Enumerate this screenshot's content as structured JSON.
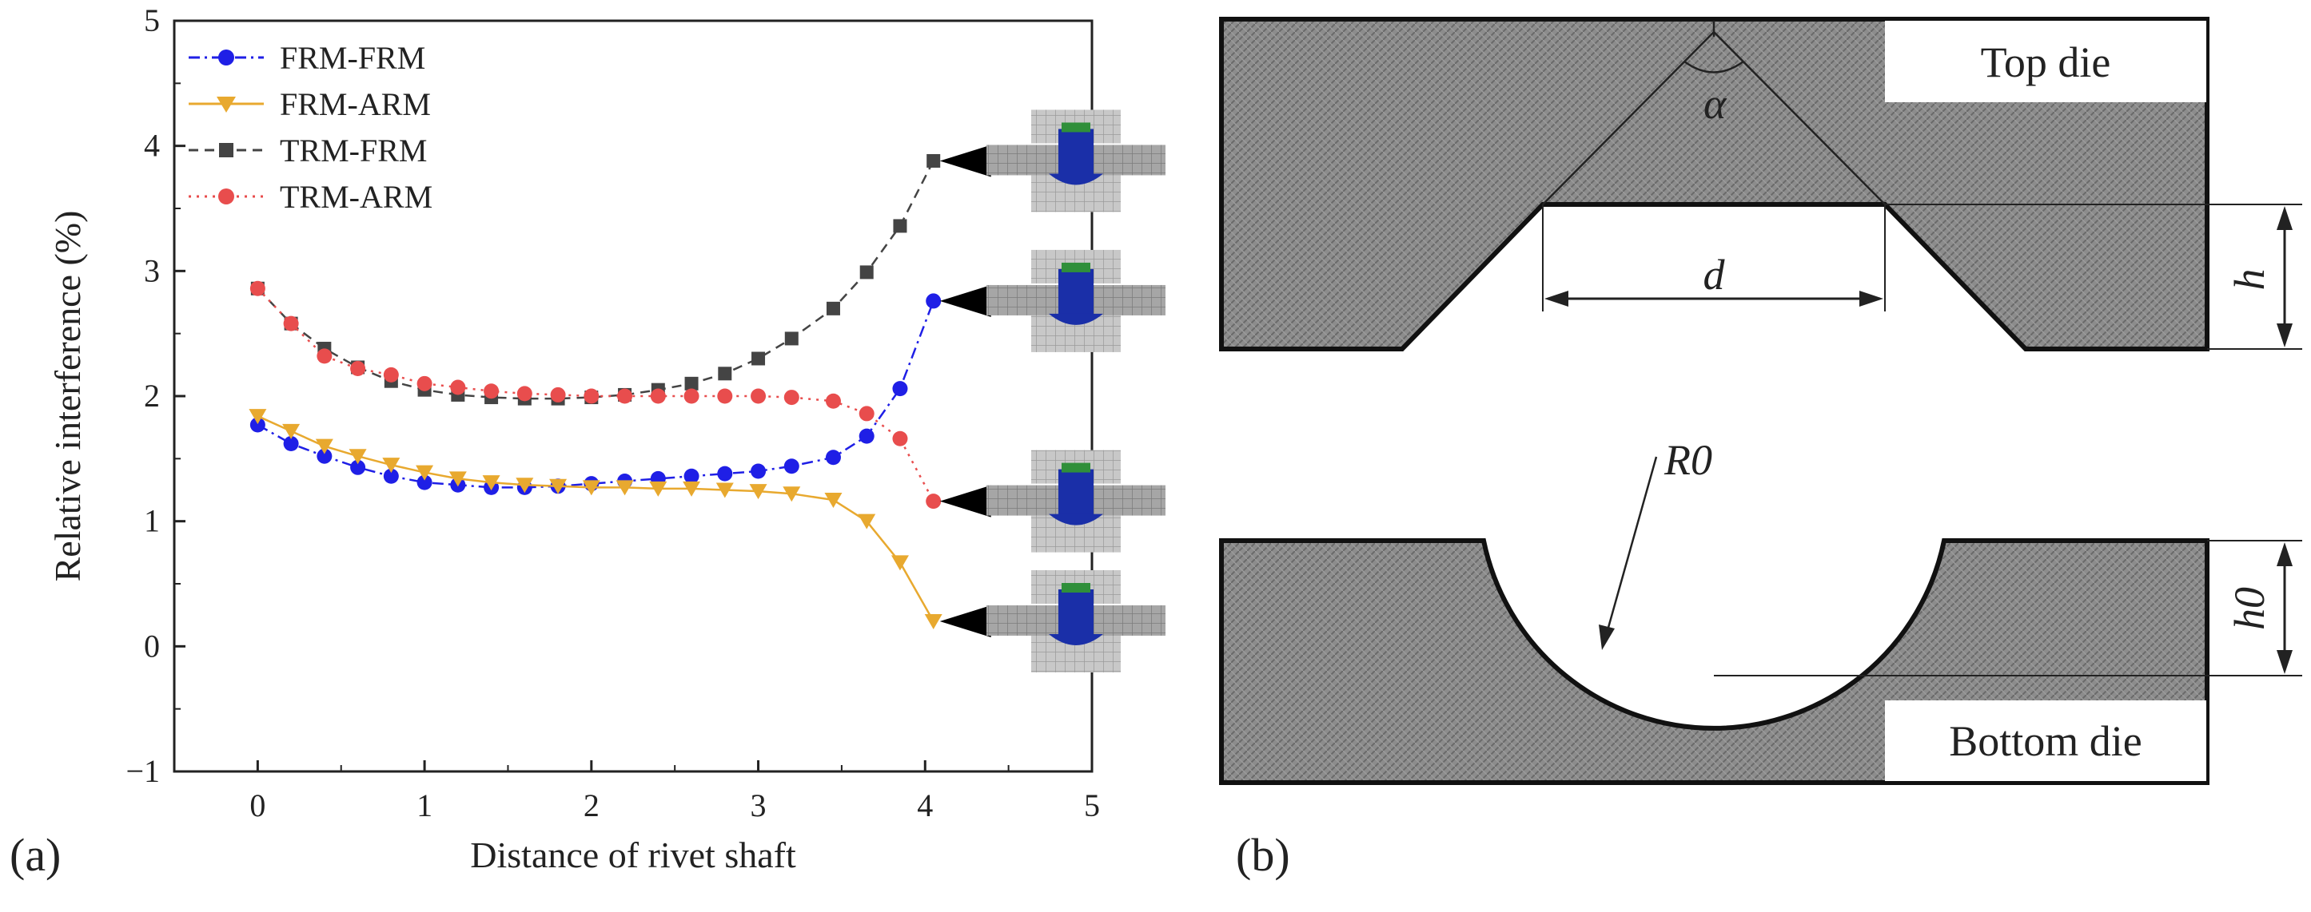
{
  "panels": {
    "a_label": "(a)",
    "b_label": "(b)"
  },
  "chart_data": {
    "type": "line",
    "xlabel": "Distance of rivet shaft",
    "ylabel": "Relative interference (%)",
    "xlim": [
      -0.5,
      5
    ],
    "ylim": [
      -1,
      5
    ],
    "xticks": [
      "0",
      "1",
      "2",
      "3",
      "4",
      "5"
    ],
    "yticks": [
      "−1",
      "0",
      "1",
      "2",
      "3",
      "4",
      "5"
    ],
    "legend_position": "top-left",
    "grid": false,
    "x": [
      0,
      0.2,
      0.4,
      0.6,
      0.8,
      1.0,
      1.2,
      1.4,
      1.6,
      1.8,
      2.0,
      2.2,
      2.4,
      2.6,
      2.8,
      3.0,
      3.2,
      3.45,
      3.65,
      3.85,
      4.05
    ],
    "series": [
      {
        "name": "FRM-FRM",
        "color": "#1f1fe6",
        "marker": "circle",
        "line": "dash-dot",
        "values": [
          1.77,
          1.62,
          1.52,
          1.43,
          1.36,
          1.31,
          1.29,
          1.27,
          1.27,
          1.28,
          1.3,
          1.32,
          1.34,
          1.36,
          1.38,
          1.4,
          1.44,
          1.51,
          1.68,
          2.06,
          2.76
        ]
      },
      {
        "name": "FRM-ARM",
        "color": "#e8a92f",
        "marker": "triangle-down",
        "line": "solid",
        "values": [
          1.84,
          1.72,
          1.6,
          1.52,
          1.45,
          1.39,
          1.34,
          1.31,
          1.29,
          1.28,
          1.27,
          1.27,
          1.26,
          1.26,
          1.25,
          1.24,
          1.22,
          1.17,
          1.0,
          0.67,
          0.2
        ]
      },
      {
        "name": "TRM-FRM",
        "color": "#444444",
        "marker": "square",
        "line": "dashed",
        "values": [
          2.86,
          2.58,
          2.38,
          2.23,
          2.12,
          2.05,
          2.01,
          1.99,
          1.98,
          1.98,
          1.99,
          2.01,
          2.05,
          2.1,
          2.18,
          2.3,
          2.46,
          2.7,
          2.99,
          3.36,
          3.88
        ]
      },
      {
        "name": "TRM-ARM",
        "color": "#e84d4d",
        "marker": "circle",
        "line": "dotted",
        "values": [
          2.86,
          2.58,
          2.32,
          2.22,
          2.17,
          2.1,
          2.07,
          2.04,
          2.02,
          2.01,
          2.0,
          2.0,
          2.0,
          2.0,
          2.0,
          2.0,
          1.99,
          1.96,
          1.86,
          1.66,
          1.16
        ]
      }
    ]
  },
  "diagram": {
    "top_die_label": "Top die",
    "bottom_die_label": "Bottom die",
    "dim_alpha": "α",
    "dim_d": "d",
    "dim_h": "h",
    "dim_R0": "R0",
    "dim_h0": "h0"
  },
  "colors": {
    "die_fill": "#8a8a8a",
    "hatch": "#6f6f6f",
    "rivet_blue": "#1a2fa8",
    "rivet_green": "#2f8f3a"
  }
}
